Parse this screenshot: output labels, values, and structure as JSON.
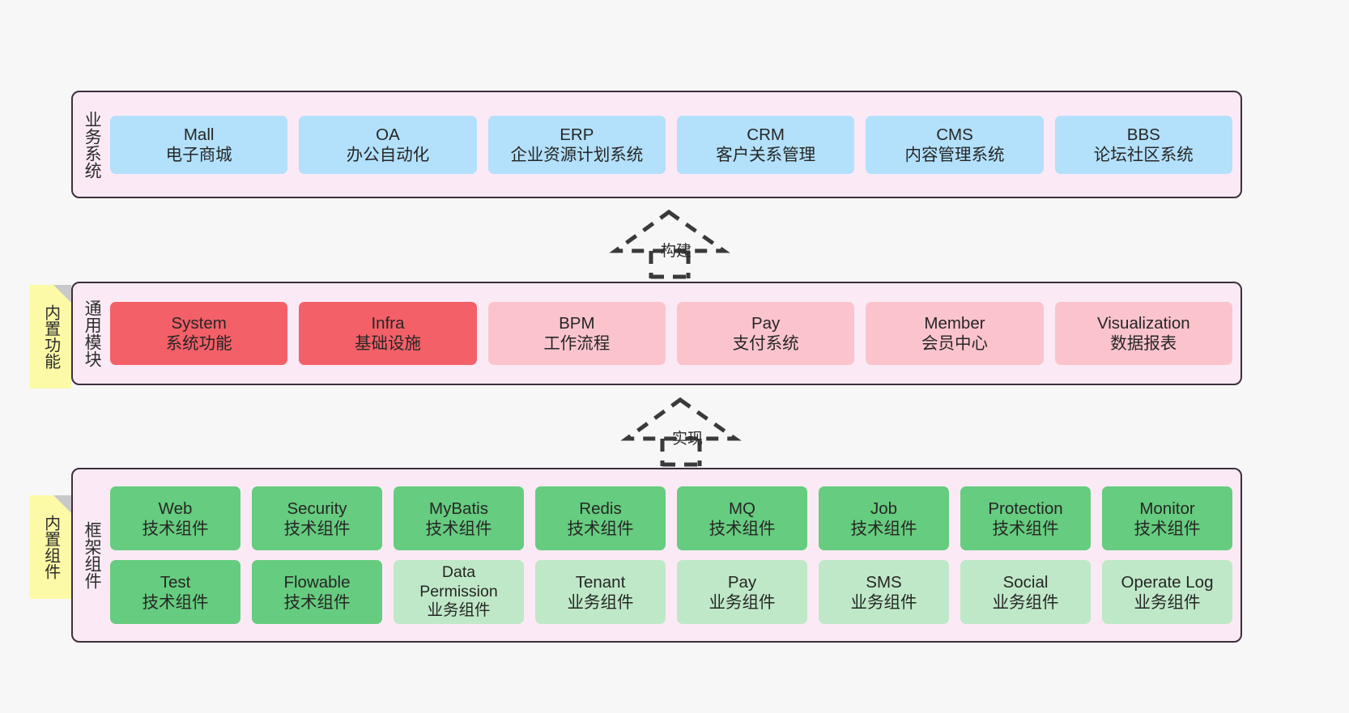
{
  "diagram": {
    "background": "#f7f7f7",
    "band_fill": "#fbeaf5",
    "band_stroke": "#3d2f3d",
    "note_fill": "#fcfaa6",
    "note_fold": "#c9c9c9",
    "colors": {
      "blue": "#b3e0fb",
      "red": "#f36068",
      "pink": "#fbc4cd",
      "green": "#66cc7f",
      "light_green": "#bfe8c8"
    }
  },
  "bands": {
    "business": {
      "label": "业务系统",
      "rows": [
        [
          {
            "t1": "Mall",
            "t2": "电子商城",
            "color": "blue"
          },
          {
            "t1": "OA",
            "t2": "办公自动化",
            "color": "blue"
          },
          {
            "t1": "ERP",
            "t2": "企业资源计划系统",
            "color": "blue"
          },
          {
            "t1": "CRM",
            "t2": "客户关系管理",
            "color": "blue"
          },
          {
            "t1": "CMS",
            "t2": "内容管理系统",
            "color": "blue"
          },
          {
            "t1": "BBS",
            "t2": "论坛社区系统",
            "color": "blue"
          }
        ]
      ]
    },
    "modules": {
      "label": "通用模块",
      "note": "内置功能",
      "rows": [
        [
          {
            "t1": "System",
            "t2": "系统功能",
            "color": "red"
          },
          {
            "t1": "Infra",
            "t2": "基础设施",
            "color": "red"
          },
          {
            "t1": "BPM",
            "t2": "工作流程",
            "color": "pink"
          },
          {
            "t1": "Pay",
            "t2": "支付系统",
            "color": "pink"
          },
          {
            "t1": "Member",
            "t2": "会员中心",
            "color": "pink"
          },
          {
            "t1": "Visualization",
            "t2": "数据报表",
            "color": "pink"
          }
        ]
      ]
    },
    "framework": {
      "label": "框架组件",
      "note": "内置组件",
      "rows": [
        [
          {
            "t1": "Web",
            "t2": "技术组件",
            "color": "green"
          },
          {
            "t1": "Security",
            "t2": "技术组件",
            "color": "green"
          },
          {
            "t1": "MyBatis",
            "t2": "技术组件",
            "color": "green"
          },
          {
            "t1": "Redis",
            "t2": "技术组件",
            "color": "green"
          },
          {
            "t1": "MQ",
            "t2": "技术组件",
            "color": "green"
          },
          {
            "t1": "Job",
            "t2": "技术组件",
            "color": "green"
          },
          {
            "t1": "Protection",
            "t2": "技术组件",
            "color": "green"
          },
          {
            "t1": "Monitor",
            "t2": "技术组件",
            "color": "green"
          }
        ],
        [
          {
            "t1": "Test",
            "t2": "技术组件",
            "color": "green"
          },
          {
            "t1": "Flowable",
            "t2": "技术组件",
            "color": "green"
          },
          {
            "t1": "Data",
            "t2": "Permission",
            "t3": "业务组件",
            "color": "light_green"
          },
          {
            "t1": "Tenant",
            "t2": "业务组件",
            "color": "light_green"
          },
          {
            "t1": "Pay",
            "t2": "业务组件",
            "color": "light_green"
          },
          {
            "t1": "SMS",
            "t2": "业务组件",
            "color": "light_green"
          },
          {
            "t1": "Social",
            "t2": "业务组件",
            "color": "light_green"
          },
          {
            "t1": "Operate Log",
            "t2": "业务组件",
            "color": "light_green"
          }
        ]
      ]
    }
  },
  "connectors": [
    {
      "name": "build",
      "label": "构建"
    },
    {
      "name": "implement",
      "label": "实现"
    }
  ]
}
